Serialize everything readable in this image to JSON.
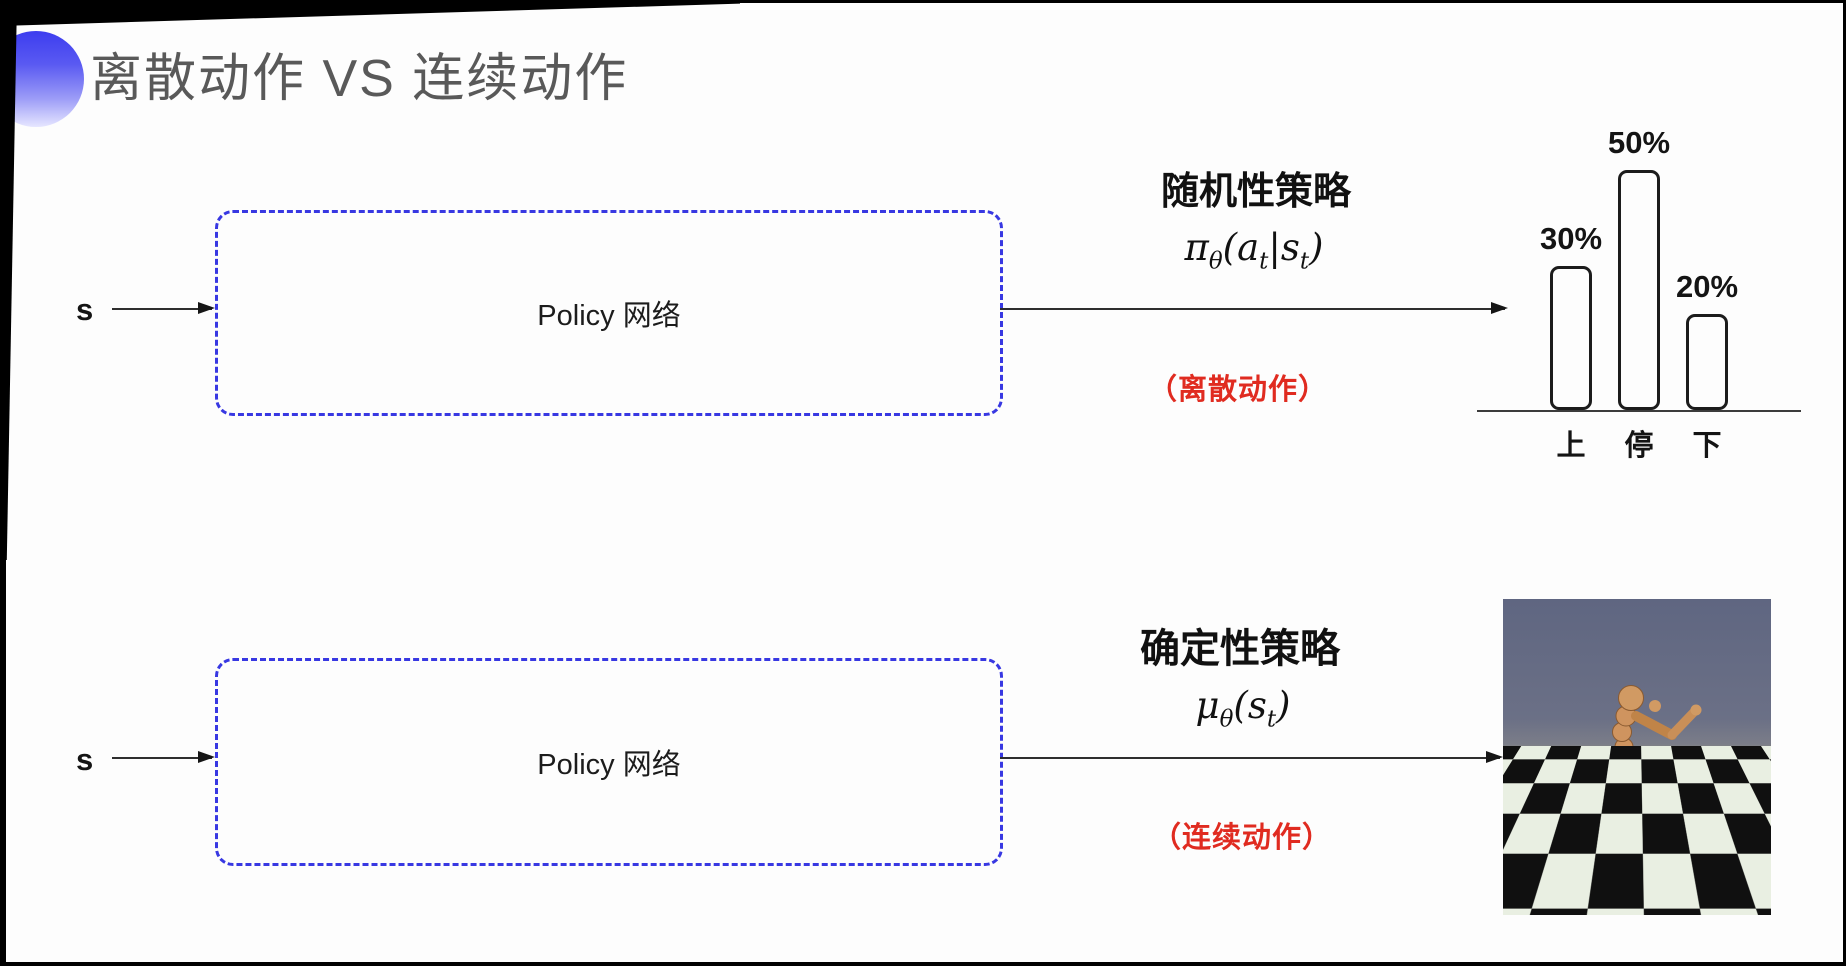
{
  "frame": {
    "background": "#000000",
    "slide_background": "#fdfdfd"
  },
  "decoration": {
    "sphere_top_color": "#3d3def",
    "sphere_bottom_color": "#e6e6ff"
  },
  "title": {
    "text": "离散动作 VS 连续动作",
    "color": "#595959"
  },
  "rows": {
    "top": {
      "input_label": "s",
      "box_label": "Policy 网络",
      "policy_type": "随机性策略",
      "formula": [
        {
          "t": "π",
          "sub": "θ"
        },
        {
          "t": "("
        },
        {
          "t": "a",
          "sub": "t"
        },
        {
          "t": "|"
        },
        {
          "t": "s",
          "sub": "t"
        },
        {
          "t": ")"
        }
      ],
      "action_note": "（离散动作）",
      "note_color": "#e02b20"
    },
    "bottom": {
      "input_label": "s",
      "box_label": "Policy 网络",
      "policy_type": "确定性策略",
      "formula": [
        {
          "t": "μ",
          "sub": "θ"
        },
        {
          "t": "("
        },
        {
          "t": "s",
          "sub": "t"
        },
        {
          "t": ")"
        }
      ],
      "action_note": "（连续动作）",
      "note_color": "#e02b20"
    }
  },
  "chart_data": {
    "type": "bar",
    "categories": [
      "上",
      "停",
      "下"
    ],
    "values": [
      30,
      50,
      20
    ],
    "labels": [
      "30%",
      "50%",
      "20%"
    ],
    "title": "",
    "xlabel": "",
    "ylabel": "",
    "ylim": [
      0,
      55
    ],
    "grid": false,
    "legend": false,
    "bar_style": "outlined-rounded",
    "outline_color": "#1c1c1c"
  },
  "robot_image": {
    "description": "humanoid robot running on checkerboard floor",
    "sky_color": "#5f6681",
    "floor_light": "#e9efe2",
    "floor_dark": "#101010",
    "body_color": "#cf945f"
  }
}
